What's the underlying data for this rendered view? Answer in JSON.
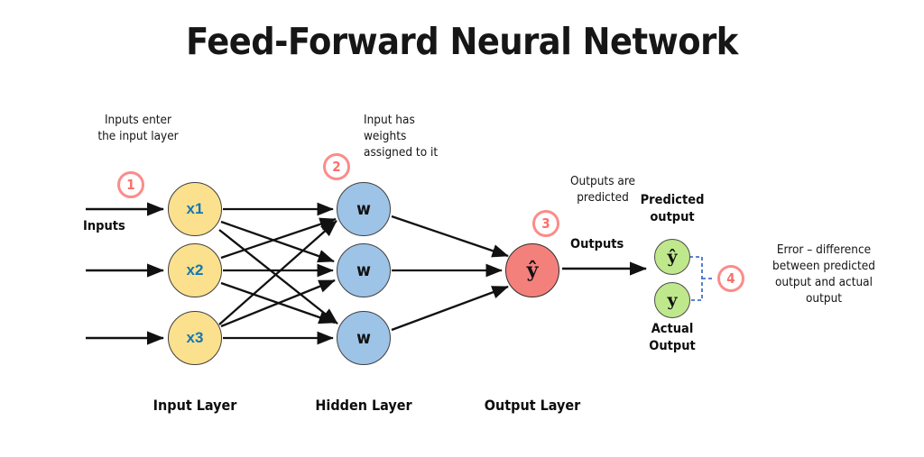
{
  "title": "Feed-Forward Neural Network",
  "notes": {
    "step1": "Inputs enter\nthe input layer",
    "step2": "Input has\nweights\nassigned to it",
    "step3": "Outputs are\npredicted",
    "step4": "Error – difference\nbetween predicted\noutput and actual\noutput"
  },
  "badges": [
    {
      "number": "1"
    },
    {
      "number": "2"
    },
    {
      "number": "3"
    },
    {
      "number": "4"
    }
  ],
  "labels": {
    "inputs": "Inputs",
    "outputs": "Outputs",
    "predicted_output": "Predicted\noutput",
    "actual_output": "Actual\nOutput",
    "input_layer": "Input Layer",
    "hidden_layer": "Hidden Layer",
    "output_layer": "Output Layer"
  },
  "nodes": {
    "input_layer": [
      {
        "label": "x1"
      },
      {
        "label": "x2"
      },
      {
        "label": "x3"
      }
    ],
    "hidden_layer": [
      {
        "label": "w"
      },
      {
        "label": "w"
      },
      {
        "label": "w"
      }
    ],
    "output_layer": [
      {
        "label": "ŷ"
      }
    ],
    "result": [
      {
        "label": "ŷ"
      },
      {
        "label": "y"
      }
    ]
  },
  "colors": {
    "input_node": "#FBE08D",
    "input_text": "#1278b4",
    "hidden_node": "#9DC3E6",
    "output_node": "#F4807C",
    "result_node": "#BFE88D",
    "badge": "#FB8C8A",
    "bracket": "#4472C4",
    "edge": "#111111",
    "text": "#161616"
  }
}
